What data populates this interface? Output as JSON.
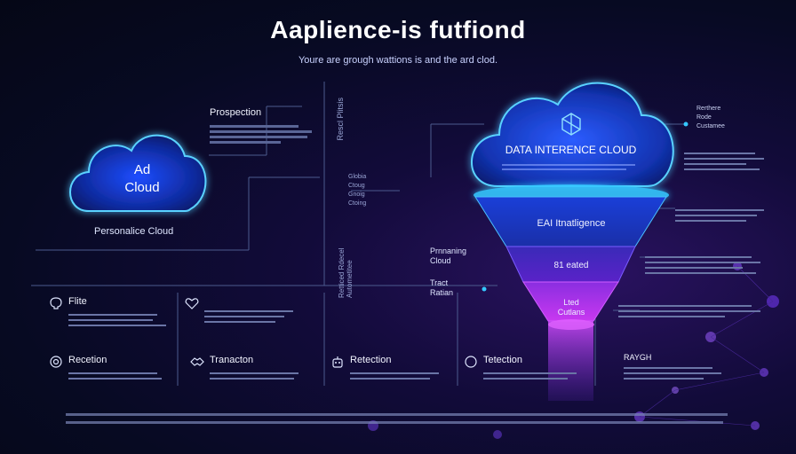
{
  "header": {
    "title": "Aaplience-is futfiond",
    "subtitle": "Youre are grough wattions is and the ard clod."
  },
  "left_cloud": {
    "label_line1": "Ad",
    "label_line2": "Cloud",
    "caption": "Personalice Cloud"
  },
  "prospection": {
    "heading": "Prospection"
  },
  "center_labels": {
    "vertical_1": "Rescl  Plitsis",
    "vertical_2": "Retticed Rdecel Autometitee",
    "stack": [
      "Globia",
      "Ctoug",
      "Gnoig",
      "Ctoing"
    ]
  },
  "data_cloud": {
    "label": "DATA INTERENCE CLOUD"
  },
  "funnel": {
    "layer1": "EAI Itnatligence",
    "layer2": "81 eated",
    "layer3_line1": "Lted",
    "layer3_line2": "Cutlans"
  },
  "funnel_side_labels": {
    "label1_line1": "Prnnaning",
    "label1_line2": "Cloud",
    "label2_line1": "Tract",
    "label2_line2": "Ratian"
  },
  "right_notes": {
    "top_line1": "Rerthere",
    "top_line2": "Rode",
    "top_line3": "Custamee",
    "bottom_heading": "RAYGH"
  },
  "features": [
    {
      "icon": "brain-icon",
      "title": "Flite"
    },
    {
      "icon": "heart-icon",
      "title": ""
    },
    {
      "icon": "target-icon",
      "title": "Recetion"
    },
    {
      "icon": "handshake-icon",
      "title": "Tranacton"
    },
    {
      "icon": "robot-icon",
      "title": "Retection"
    },
    {
      "icon": "circle-icon",
      "title": "Tetection"
    }
  ],
  "colors": {
    "accent_cyan": "#35c8ff",
    "accent_blue": "#2f6bff",
    "accent_purple": "#a23cff",
    "accent_magenta": "#e03cff"
  }
}
